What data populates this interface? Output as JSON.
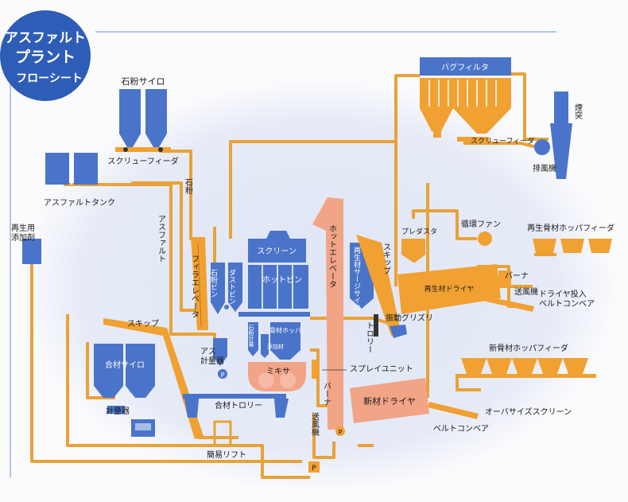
{
  "title": {
    "line1": "アスファルト",
    "line2": "プラント",
    "line3": "フローシート"
  },
  "colors": {
    "blue": "#4a74c9",
    "orange": "#f0a132",
    "salmon": "#f2a487",
    "pipe": "#e8a23a",
    "badge": "#2e5db7",
    "glow": "#e2e7f6"
  },
  "labels": {
    "stone_powder_silo": "石粉サイロ",
    "screw_feeder_1": "スクリューフィーダ",
    "stone_powder": "石粉",
    "asphalt_tank": "アスファルトタンク",
    "asphalt_v": "アスファルト",
    "recycle_additive": "再生用添加剤",
    "filler_elevator": "フィラエレベータ",
    "stone_bin": "石粉ビン",
    "dust_bin": "ダストビン",
    "screen": "スクリーン",
    "hot_bin": "ホットビン",
    "hot_elevator": "ホットエレベータ",
    "recycled_surge_silo": "再生材サージサイロ",
    "skip_right": "スキップ",
    "bag_filter": "バグフィルタ",
    "screw_feeder_2": "スクリューフィーダ",
    "stack": "煙突",
    "exhaust_fan": "排風機",
    "plug_duster": "プレダスタ",
    "circulation_fan": "循環ファン",
    "recycled_hopper_feeder": "再生骨材ホッパフィーダ",
    "burner_1": "バーナ",
    "recycled_dryer": "再生材ドライヤ",
    "blower_1": "送風機",
    "dryer_belt_conveyor": "ドライヤ投入\nベルトコンベア",
    "vibrating_grizzly": "振動グリズリ",
    "trolley": "トロリー",
    "skip_left": "スキップ",
    "composite_silo": "合材サイロ",
    "scale": "計量器",
    "aggregate_hopper": "骨材ホッパ",
    "stone_scale": "石粉計量",
    "additive_scale": "添加材",
    "asphalt_scale": "アス\n計量器",
    "mixer": "ミキサ",
    "spray_unit": "スプレイユニット",
    "burner_2": "バーナ",
    "new_dryer": "新材ドライヤ",
    "new_hopper_feeder": "新骨材ホッパフィーダ",
    "oversize_screen": "オーバサイズスクリーン",
    "belt_conveyor": "ベルトコンベア",
    "blower_2": "送風機",
    "composite_trolley": "合材トロリー",
    "simple_lift": "簡易リフト",
    "pump_symbol": "P"
  }
}
